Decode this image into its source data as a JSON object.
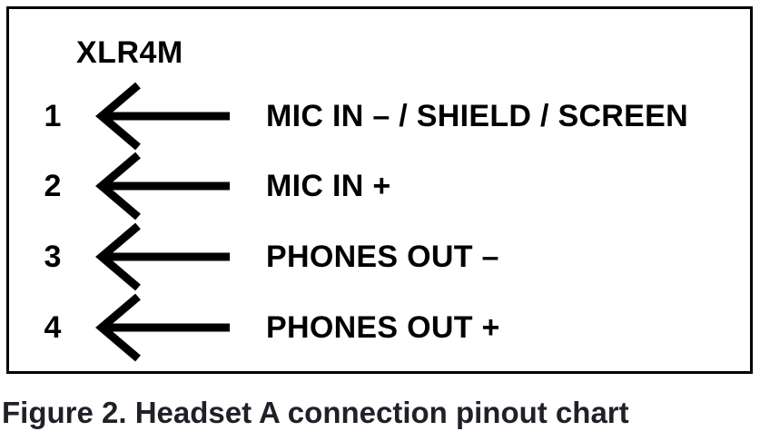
{
  "figure": {
    "connector_label": "XLR4M",
    "pins": [
      {
        "number": "1",
        "label": "MIC IN – / SHIELD / SCREEN"
      },
      {
        "number": "2",
        "label": "MIC IN +"
      },
      {
        "number": "3",
        "label": "PHONES OUT –"
      },
      {
        "number": "4",
        "label": "PHONES OUT +"
      }
    ],
    "arrow_direction": "left",
    "arrow_icon": "arrow-left-icon"
  },
  "caption": "Figure 2. Headset A connection pinout chart",
  "colors": {
    "diagram_ink": "#000000",
    "caption_text": "#231f28",
    "background": "#ffffff",
    "box_border": "#000000"
  }
}
